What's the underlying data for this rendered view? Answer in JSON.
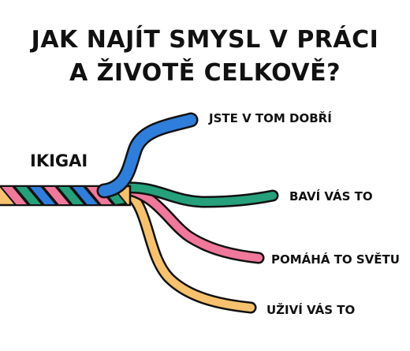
{
  "title": {
    "line1": "JAK NAJÍT SMYSL V PRÁCI",
    "line2": "A ŽIVOTĚ CELKOVĚ?"
  },
  "center_label": "IKIGAI",
  "strands": [
    {
      "label": "JSTE V TOM DOBŘÍ",
      "color": "#2F7EDB"
    },
    {
      "label": "BAVÍ VÁS TO",
      "color": "#26A07A"
    },
    {
      "label": "POMÁHÁ TO SVĚTU",
      "color": "#F0789A"
    },
    {
      "label": "UŽIVÍ VÁS TO",
      "color": "#F6C26E"
    }
  ],
  "outline_color": "#111111"
}
